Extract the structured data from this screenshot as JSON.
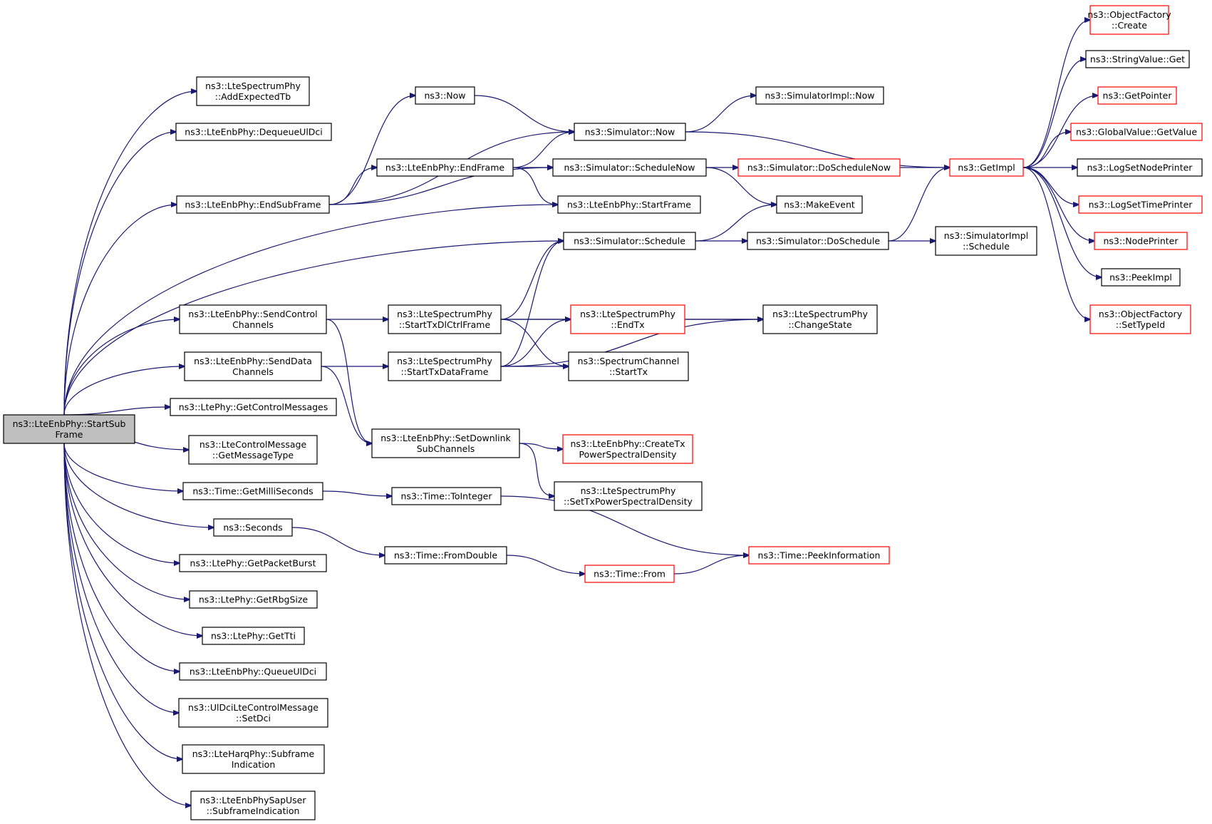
{
  "diagram": {
    "type": "call-graph",
    "colors": {
      "edge": "#191970",
      "normal_border": "#000000",
      "red_border": "#ff0000",
      "root_fill": "#bfbfbf"
    },
    "nodes": [
      {
        "id": "root",
        "lines": [
          "ns3::LteEnbPhy::StartSub",
          "Frame"
        ],
        "style": "root"
      },
      {
        "id": "addexp",
        "lines": [
          "ns3::LteSpectrumPhy",
          "::AddExpectedTb"
        ],
        "style": "normal"
      },
      {
        "id": "dequeue",
        "lines": [
          "ns3::LteEnbPhy::DequeueUlDci"
        ],
        "style": "normal"
      },
      {
        "id": "endsub",
        "lines": [
          "ns3::LteEnbPhy::EndSubFrame"
        ],
        "style": "normal"
      },
      {
        "id": "sendctrl",
        "lines": [
          "ns3::LteEnbPhy::SendControl",
          "Channels"
        ],
        "style": "normal"
      },
      {
        "id": "senddata",
        "lines": [
          "ns3::LteEnbPhy::SendData",
          "Channels"
        ],
        "style": "normal"
      },
      {
        "id": "getctrlmsg",
        "lines": [
          "ns3::LtePhy::GetControlMessages"
        ],
        "style": "normal"
      },
      {
        "id": "getmsgtype",
        "lines": [
          "ns3::LteControlMessage",
          "::GetMessageType"
        ],
        "style": "normal"
      },
      {
        "id": "getmilli",
        "lines": [
          "ns3::Time::GetMilliSeconds"
        ],
        "style": "normal"
      },
      {
        "id": "seconds",
        "lines": [
          "ns3::Seconds"
        ],
        "style": "normal"
      },
      {
        "id": "getpktburst",
        "lines": [
          "ns3::LtePhy::GetPacketBurst"
        ],
        "style": "normal"
      },
      {
        "id": "getrbg",
        "lines": [
          "ns3::LtePhy::GetRbgSize"
        ],
        "style": "normal"
      },
      {
        "id": "gettti",
        "lines": [
          "ns3::LtePhy::GetTti"
        ],
        "style": "normal"
      },
      {
        "id": "queueul",
        "lines": [
          "ns3::LteEnbPhy::QueueUlDci"
        ],
        "style": "normal"
      },
      {
        "id": "setdci",
        "lines": [
          "ns3::UlDciLteControlMessage",
          "::SetDci"
        ],
        "style": "normal"
      },
      {
        "id": "harq",
        "lines": [
          "ns3::LteHarqPhy::Subframe",
          "Indication"
        ],
        "style": "normal"
      },
      {
        "id": "sapuser",
        "lines": [
          "ns3::LteEnbPhySapUser",
          "::SubframeIndication"
        ],
        "style": "normal"
      },
      {
        "id": "now",
        "lines": [
          "ns3::Now"
        ],
        "style": "normal"
      },
      {
        "id": "endframe",
        "lines": [
          "ns3::LteEnbPhy::EndFrame"
        ],
        "style": "normal"
      },
      {
        "id": "startdlctrl",
        "lines": [
          "ns3::LteSpectrumPhy",
          "::StartTxDlCtrlFrame"
        ],
        "style": "normal"
      },
      {
        "id": "startdata",
        "lines": [
          "ns3::LteSpectrumPhy",
          "::StartTxDataFrame"
        ],
        "style": "normal"
      },
      {
        "id": "setdownlink",
        "lines": [
          "ns3::LteEnbPhy::SetDownlink",
          "SubChannels"
        ],
        "style": "normal"
      },
      {
        "id": "tointeger",
        "lines": [
          "ns3::Time::ToInteger"
        ],
        "style": "normal"
      },
      {
        "id": "fromdouble",
        "lines": [
          "ns3::Time::FromDouble"
        ],
        "style": "normal"
      },
      {
        "id": "simnow",
        "lines": [
          "ns3::Simulator::Now"
        ],
        "style": "normal"
      },
      {
        "id": "schednow",
        "lines": [
          "ns3::Simulator::ScheduleNow"
        ],
        "style": "normal"
      },
      {
        "id": "startframe",
        "lines": [
          "ns3::LteEnbPhy::StartFrame"
        ],
        "style": "normal"
      },
      {
        "id": "schedule",
        "lines": [
          "ns3::Simulator::Schedule"
        ],
        "style": "normal"
      },
      {
        "id": "endtx",
        "lines": [
          "ns3::LteSpectrumPhy",
          "::EndTx"
        ],
        "style": "red"
      },
      {
        "id": "chanstarttx",
        "lines": [
          "ns3::SpectrumChannel",
          "::StartTx"
        ],
        "style": "normal"
      },
      {
        "id": "createtx",
        "lines": [
          "ns3::LteEnbPhy::CreateTx",
          "PowerSpectralDensity"
        ],
        "style": "red"
      },
      {
        "id": "settxpsd",
        "lines": [
          "ns3::LteSpectrumPhy",
          "::SetTxPowerSpectralDensity"
        ],
        "style": "normal"
      },
      {
        "id": "timefrom",
        "lines": [
          "ns3::Time::From"
        ],
        "style": "red"
      },
      {
        "id": "implnow",
        "lines": [
          "ns3::SimulatorImpl::Now"
        ],
        "style": "normal"
      },
      {
        "id": "doschednow",
        "lines": [
          "ns3::Simulator::DoScheduleNow"
        ],
        "style": "red"
      },
      {
        "id": "makeevent",
        "lines": [
          "ns3::MakeEvent"
        ],
        "style": "normal"
      },
      {
        "id": "dosched",
        "lines": [
          "ns3::Simulator::DoSchedule"
        ],
        "style": "normal"
      },
      {
        "id": "changestate",
        "lines": [
          "ns3::LteSpectrumPhy",
          "::ChangeState"
        ],
        "style": "normal"
      },
      {
        "id": "peekinfo",
        "lines": [
          "ns3::Time::PeekInformation"
        ],
        "style": "red"
      },
      {
        "id": "implsched",
        "lines": [
          "ns3::SimulatorImpl",
          "::Schedule"
        ],
        "style": "normal"
      },
      {
        "id": "getimpl",
        "lines": [
          "ns3::GetImpl"
        ],
        "style": "red"
      },
      {
        "id": "ofcreate",
        "lines": [
          "ns3::ObjectFactory",
          "::Create"
        ],
        "style": "red"
      },
      {
        "id": "strget",
        "lines": [
          "ns3::StringValue::Get"
        ],
        "style": "normal"
      },
      {
        "id": "getpointer",
        "lines": [
          "ns3::GetPointer"
        ],
        "style": "red"
      },
      {
        "id": "gvgetvalue",
        "lines": [
          "ns3::GlobalValue::GetValue"
        ],
        "style": "red"
      },
      {
        "id": "lognode",
        "lines": [
          "ns3::LogSetNodePrinter"
        ],
        "style": "normal"
      },
      {
        "id": "logtime",
        "lines": [
          "ns3::LogSetTimePrinter"
        ],
        "style": "red"
      },
      {
        "id": "nodeprinter",
        "lines": [
          "ns3::NodePrinter"
        ],
        "style": "red"
      },
      {
        "id": "peekimpl",
        "lines": [
          "ns3::PeekImpl"
        ],
        "style": "normal"
      },
      {
        "id": "ofsettype",
        "lines": [
          "ns3::ObjectFactory",
          "::SetTypeId"
        ],
        "style": "red"
      }
    ],
    "edges": [
      [
        "root",
        "addexp"
      ],
      [
        "root",
        "dequeue"
      ],
      [
        "root",
        "endsub"
      ],
      [
        "root",
        "startframe"
      ],
      [
        "root",
        "schedule"
      ],
      [
        "root",
        "sendctrl"
      ],
      [
        "root",
        "senddata"
      ],
      [
        "root",
        "getctrlmsg"
      ],
      [
        "root",
        "getmsgtype"
      ],
      [
        "root",
        "getmilli"
      ],
      [
        "root",
        "seconds"
      ],
      [
        "root",
        "getpktburst"
      ],
      [
        "root",
        "getrbg"
      ],
      [
        "root",
        "gettti"
      ],
      [
        "root",
        "queueul"
      ],
      [
        "root",
        "setdci"
      ],
      [
        "root",
        "harq"
      ],
      [
        "root",
        "sapuser"
      ],
      [
        "endsub",
        "now"
      ],
      [
        "endsub",
        "simnow"
      ],
      [
        "endsub",
        "endframe"
      ],
      [
        "endsub",
        "schednow"
      ],
      [
        "now",
        "simnow"
      ],
      [
        "endframe",
        "simnow"
      ],
      [
        "endframe",
        "schednow"
      ],
      [
        "endframe",
        "startframe"
      ],
      [
        "simnow",
        "implnow"
      ],
      [
        "simnow",
        "getimpl"
      ],
      [
        "schednow",
        "doschednow"
      ],
      [
        "schednow",
        "makeevent"
      ],
      [
        "doschednow",
        "getimpl"
      ],
      [
        "schedule",
        "makeevent"
      ],
      [
        "schedule",
        "dosched"
      ],
      [
        "dosched",
        "getimpl"
      ],
      [
        "dosched",
        "implsched"
      ],
      [
        "sendctrl",
        "startdlctrl"
      ],
      [
        "sendctrl",
        "setdownlink"
      ],
      [
        "senddata",
        "startdata"
      ],
      [
        "senddata",
        "setdownlink"
      ],
      [
        "startdlctrl",
        "schedule"
      ],
      [
        "startdlctrl",
        "endtx"
      ],
      [
        "startdlctrl",
        "changestate"
      ],
      [
        "startdlctrl",
        "chanstarttx"
      ],
      [
        "startdata",
        "schedule"
      ],
      [
        "startdata",
        "endtx"
      ],
      [
        "startdata",
        "chanstarttx"
      ],
      [
        "startdata",
        "changestate"
      ],
      [
        "endtx",
        "changestate"
      ],
      [
        "setdownlink",
        "createtx"
      ],
      [
        "setdownlink",
        "settxpsd"
      ],
      [
        "getmilli",
        "tointeger"
      ],
      [
        "tointeger",
        "peekinfo"
      ],
      [
        "seconds",
        "fromdouble"
      ],
      [
        "fromdouble",
        "timefrom"
      ],
      [
        "timefrom",
        "peekinfo"
      ],
      [
        "getimpl",
        "ofcreate"
      ],
      [
        "getimpl",
        "strget"
      ],
      [
        "getimpl",
        "getpointer"
      ],
      [
        "getimpl",
        "gvgetvalue"
      ],
      [
        "getimpl",
        "lognode"
      ],
      [
        "getimpl",
        "logtime"
      ],
      [
        "getimpl",
        "nodeprinter"
      ],
      [
        "getimpl",
        "peekimpl"
      ],
      [
        "getimpl",
        "ofsettype"
      ]
    ]
  }
}
